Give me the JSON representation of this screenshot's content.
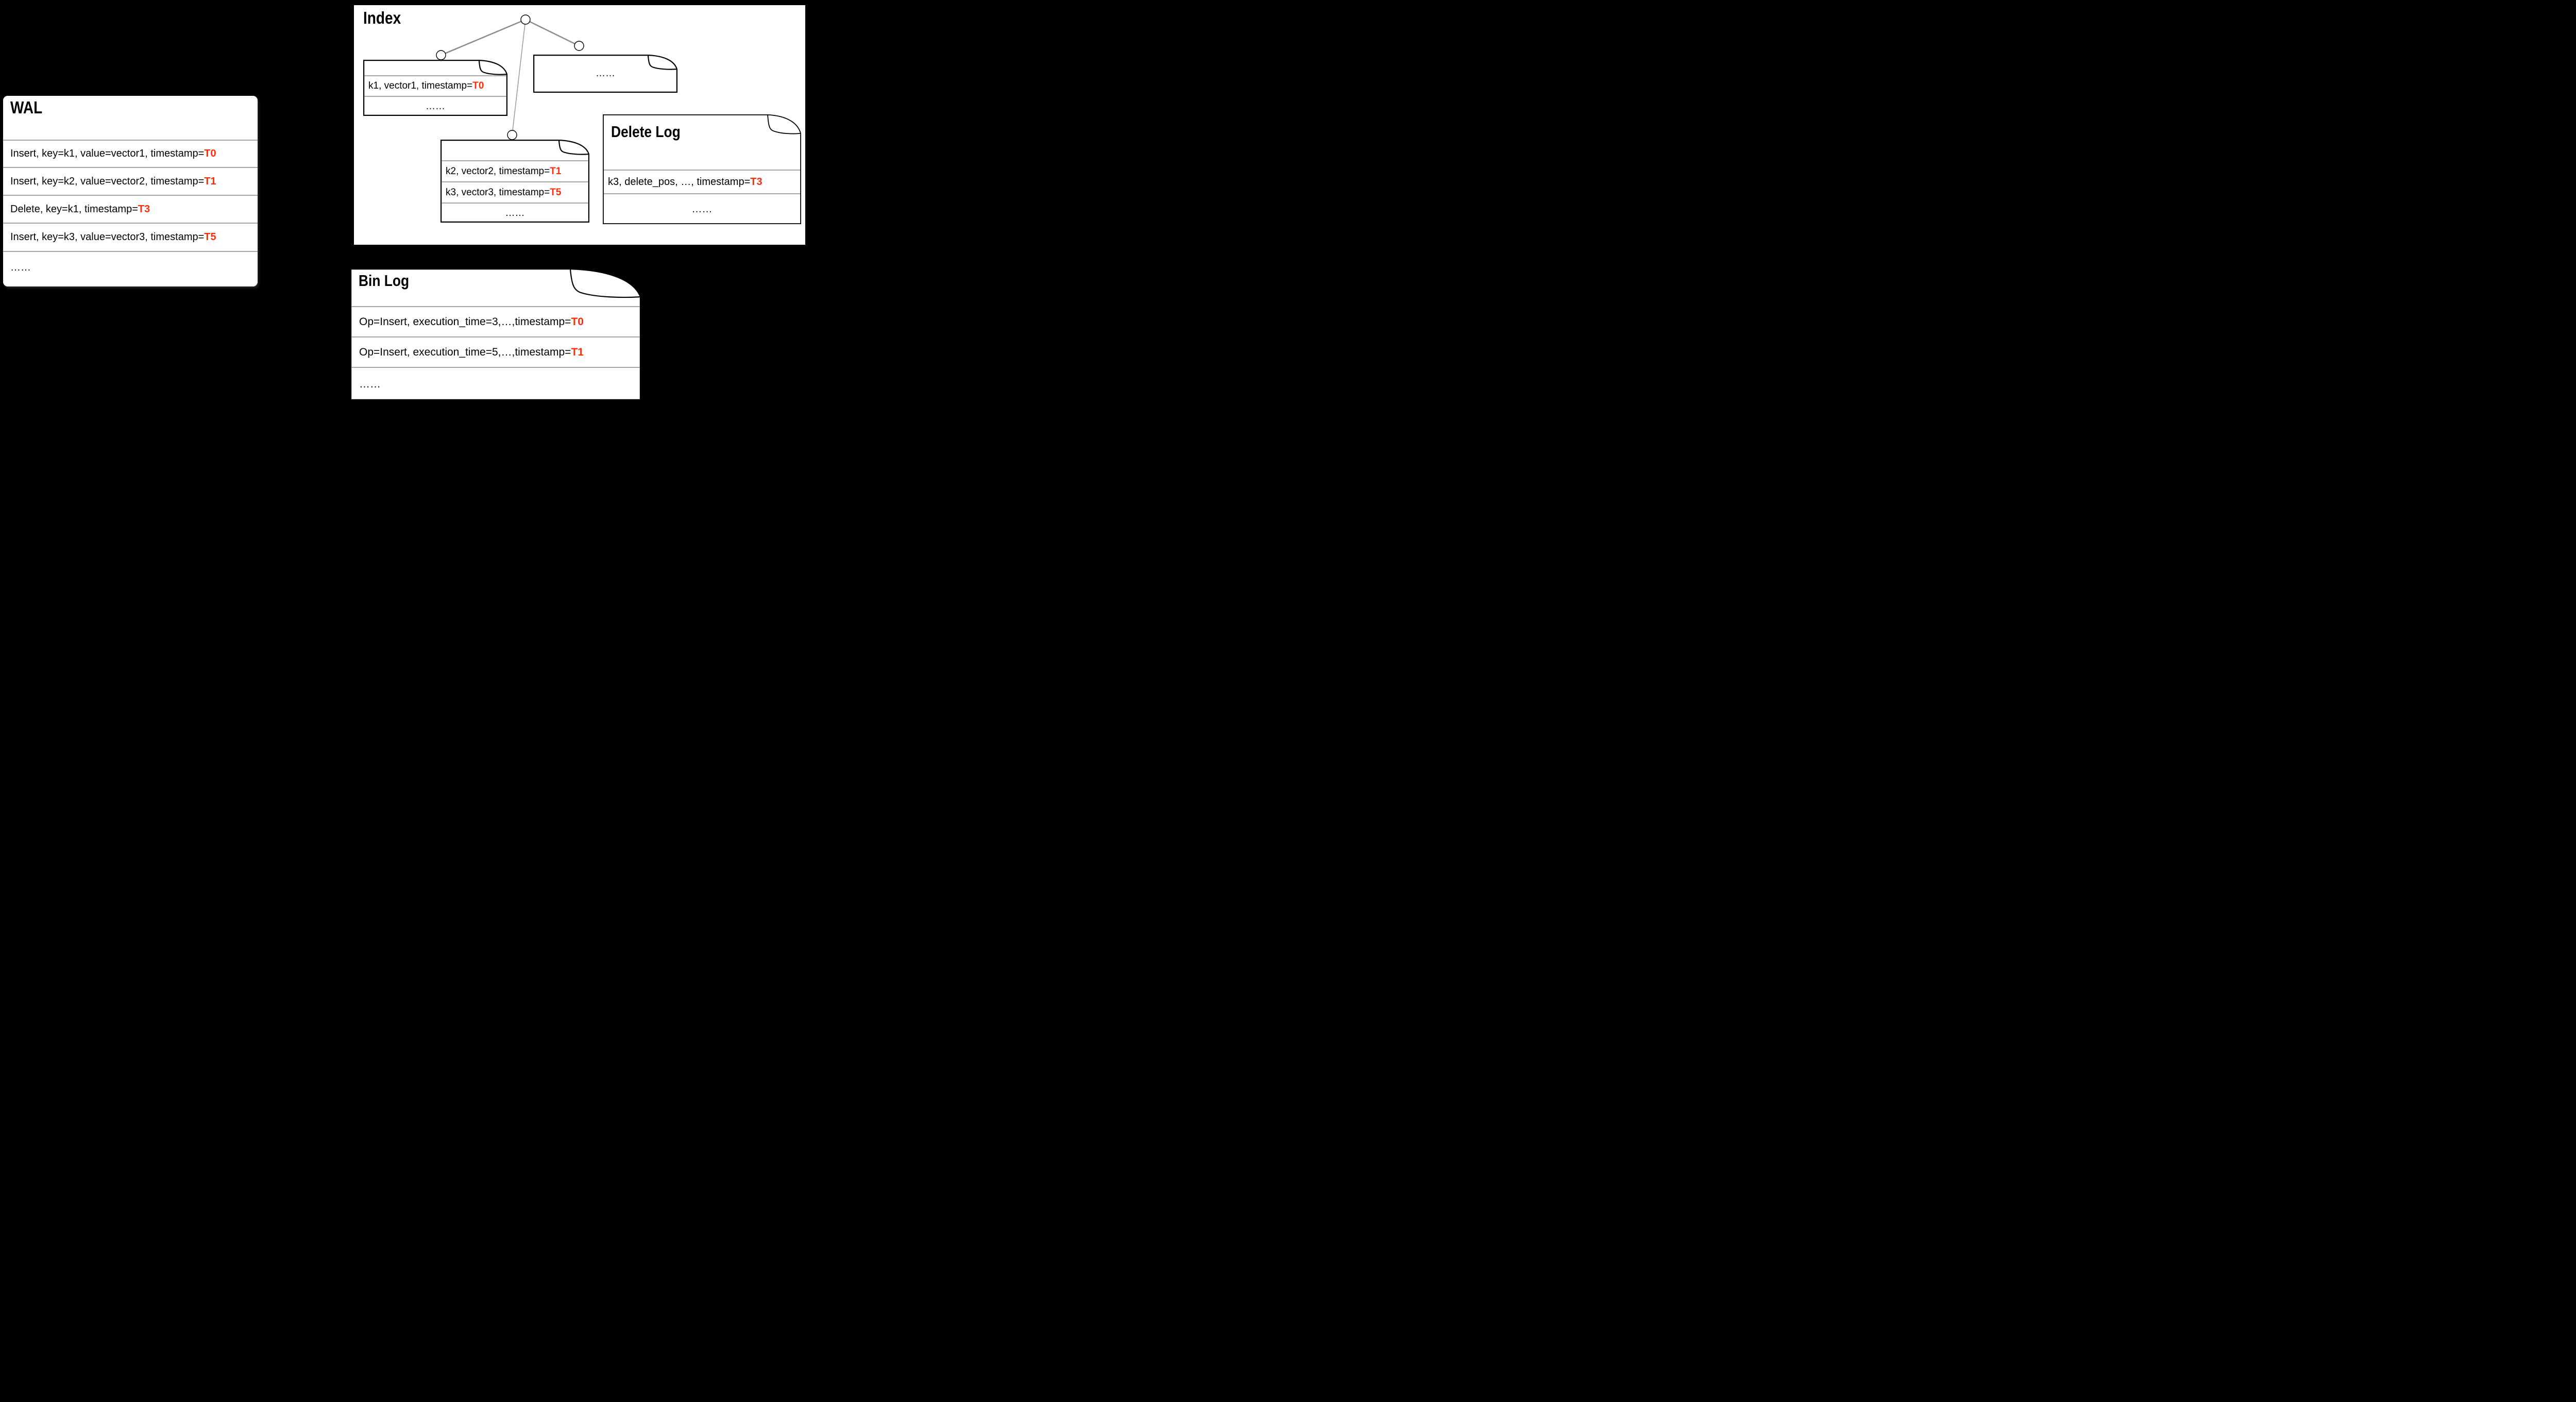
{
  "colors": {
    "background": "#000000",
    "paper": "#FFFFFF",
    "divider_gray": "#A6A6A6",
    "tree_edge_gray": "#8C8C8C",
    "accent_red": "#FF2B05",
    "text": "#000000"
  },
  "wal": {
    "title": "WAL",
    "rows": [
      {
        "text": "Insert, key=k1, value=vector1, timestamp=",
        "ts": "T0"
      },
      {
        "text": "Insert, key=k2, value=vector2, timestamp=",
        "ts": "T1"
      },
      {
        "text": "Delete, key=k1, timestamp=",
        "ts": "T3"
      },
      {
        "text": "Insert, key=k3, value=vector3, timestamp=",
        "ts": "T5"
      },
      {
        "text": "……",
        "ts": ""
      }
    ]
  },
  "index": {
    "title": "Index",
    "node1": {
      "rows": [
        {
          "text": "k1, vector1, timestamp=",
          "ts": "T0"
        },
        {
          "text": "……",
          "ts": ""
        }
      ]
    },
    "node2": {
      "rows": [
        {
          "text": "k2, vector2, timestamp=",
          "ts": "T1"
        },
        {
          "text": "k3, vector3, timestamp=",
          "ts": "T5"
        },
        {
          "text": "……",
          "ts": ""
        }
      ]
    },
    "node3": {
      "rows": [
        {
          "text": "……",
          "ts": ""
        }
      ]
    }
  },
  "delete_log": {
    "title": "Delete Log",
    "rows": [
      {
        "text": "k3, delete_pos, …, timestamp=",
        "ts": "T3"
      },
      {
        "text": "……",
        "ts": ""
      }
    ]
  },
  "bin_log": {
    "title": "Bin Log",
    "rows": [
      {
        "text": "Op=Insert, execution_time=3,…,timestamp=",
        "ts": "T0"
      },
      {
        "text": "Op=Insert, execution_time=5,…,timestamp=",
        "ts": "T1"
      },
      {
        "text": "……",
        "ts": ""
      }
    ]
  }
}
